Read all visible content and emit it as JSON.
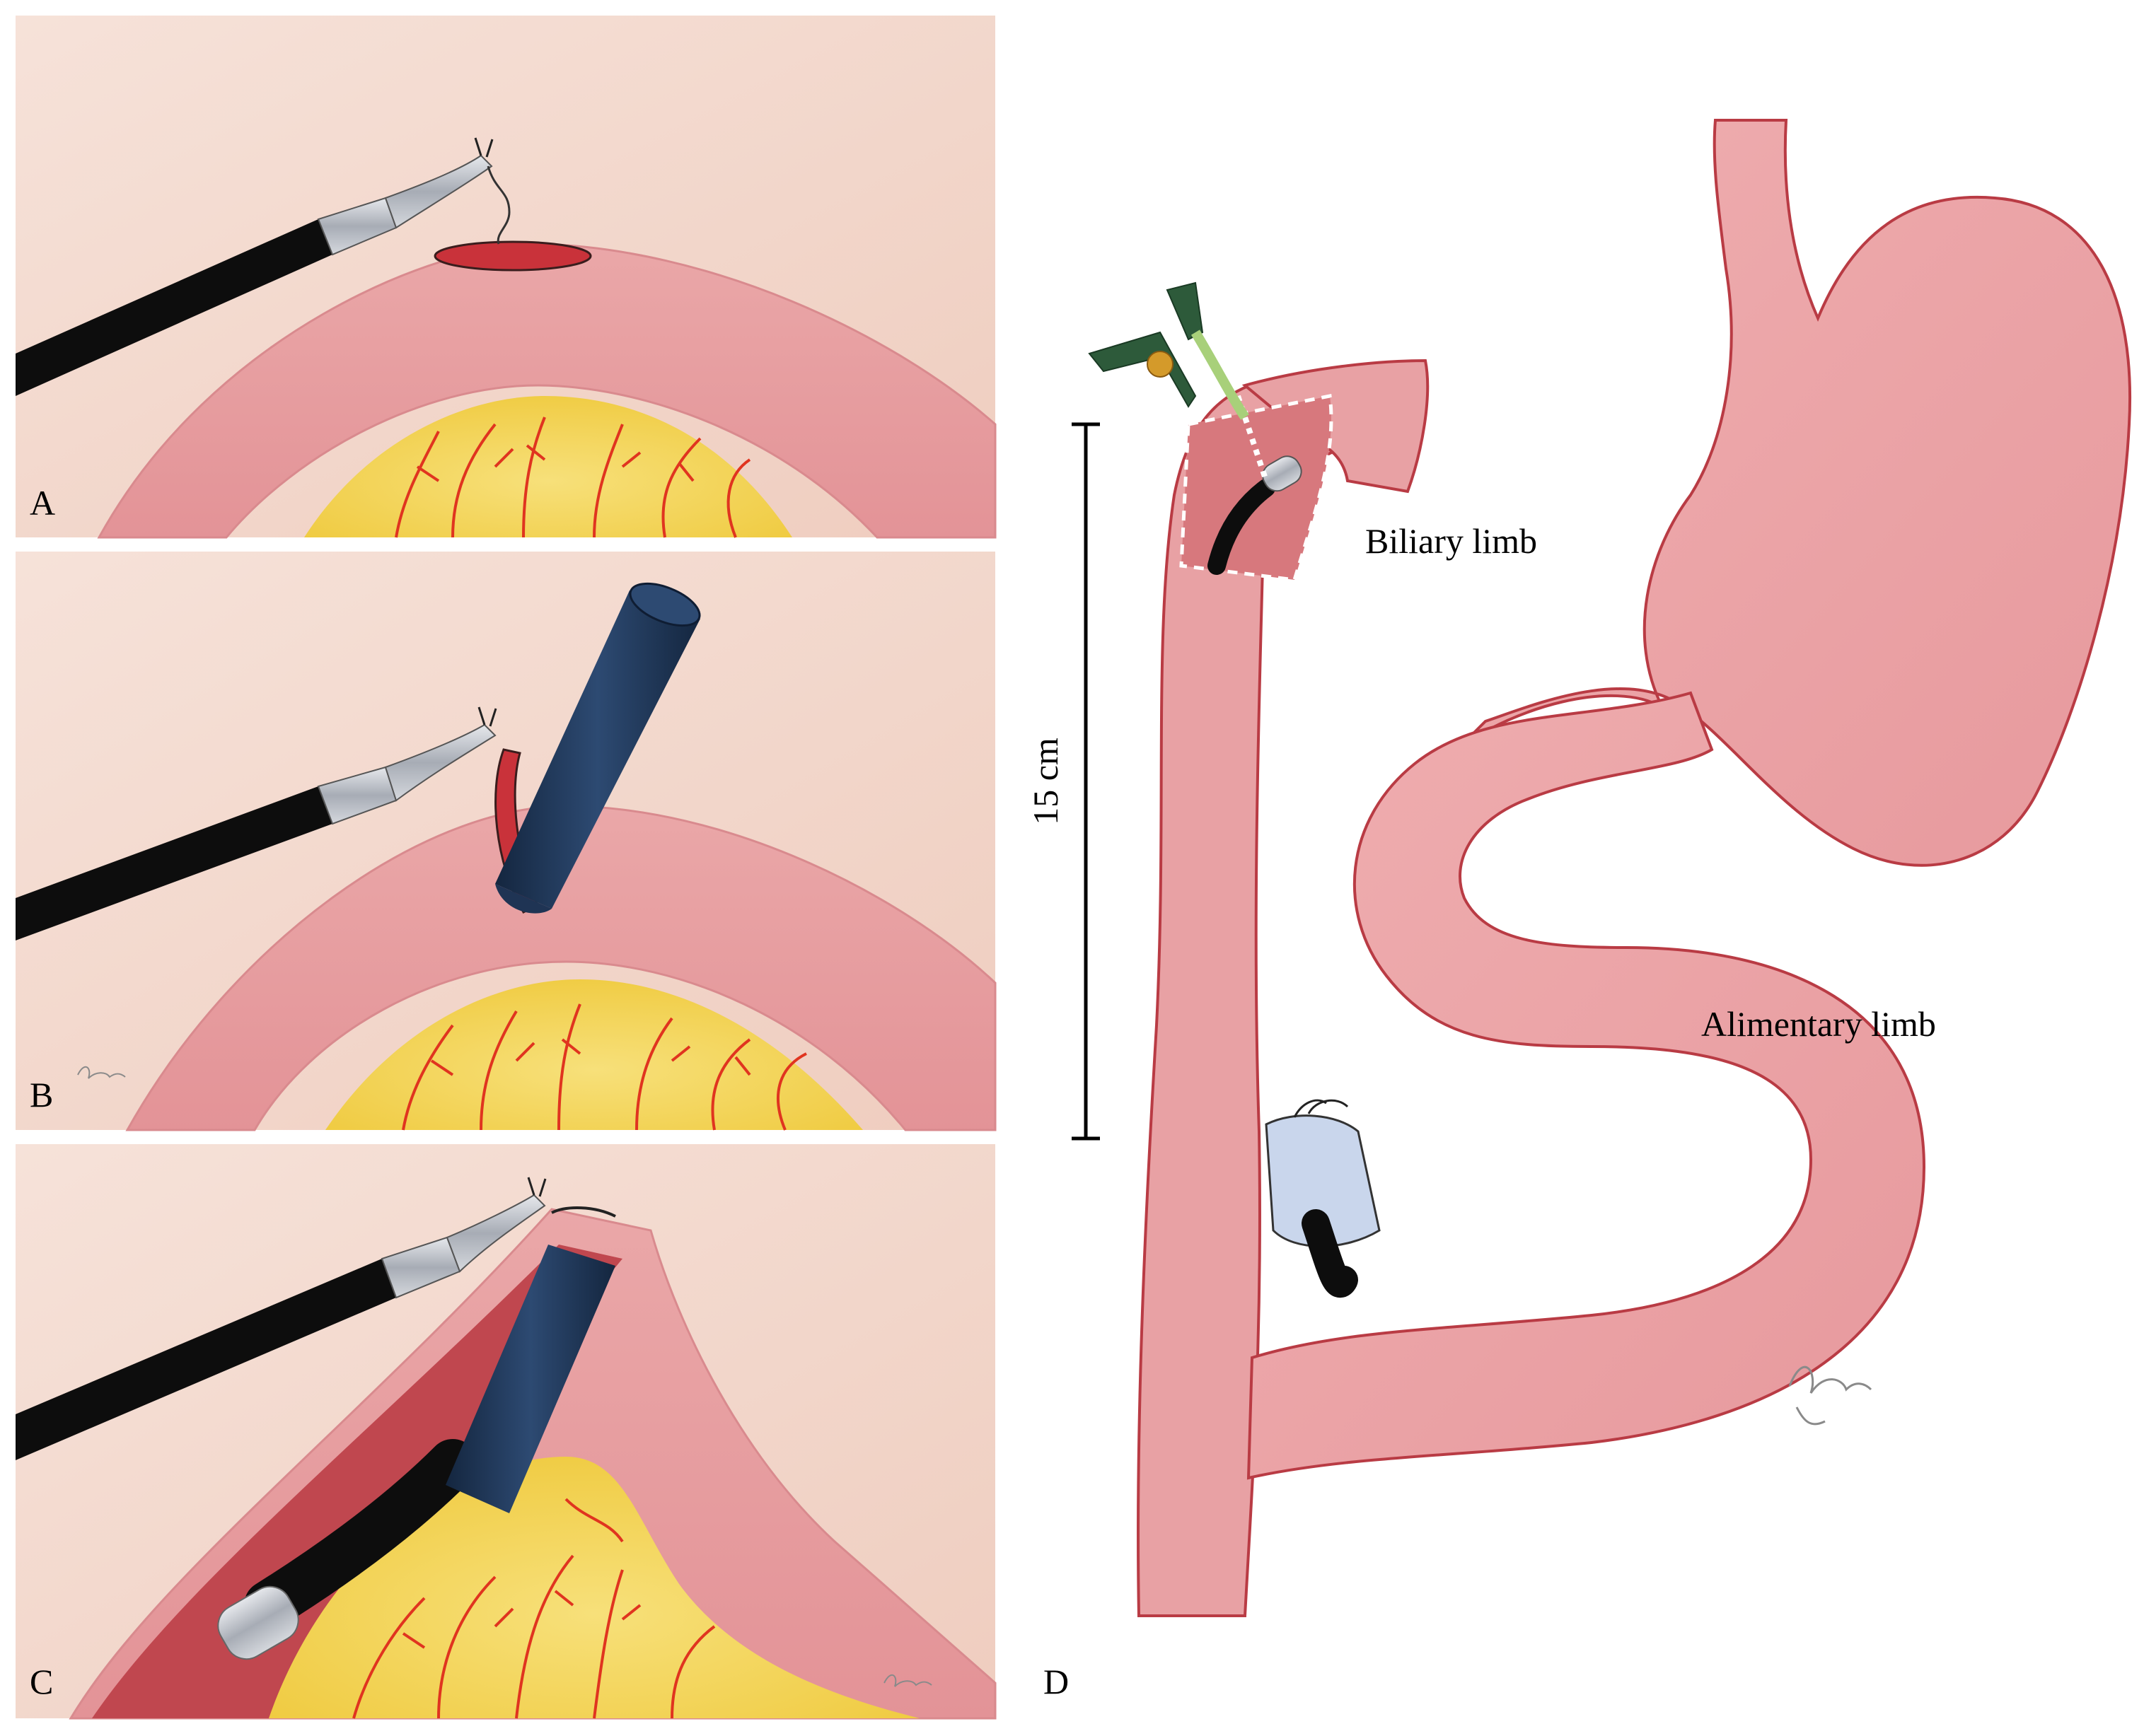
{
  "panels": [
    {
      "letter": "A"
    },
    {
      "letter": "B"
    },
    {
      "letter": "C"
    },
    {
      "letter": "D"
    }
  ],
  "labels": {
    "biliary_limb": "Biliary limb",
    "alimentary_limb": "Alimentary limb",
    "scale": "15 cm"
  },
  "colors": {
    "background_tissue": "#f3d9cf",
    "bowel_wall": "#e8a1a4",
    "bowel_dark": "#c9585e",
    "mesentery_fat": "#f2d04a",
    "vessels": "#e0341f",
    "endoscope": "#1f3454",
    "laparoscopic_instrument": "#0d0d0d",
    "instrument_tip": "#b8bcc4"
  },
  "icons": [
    "laparoscopic-grasper-icon",
    "endoscope-icon",
    "suture-icon",
    "gallbladder-icon",
    "signature-mark"
  ]
}
